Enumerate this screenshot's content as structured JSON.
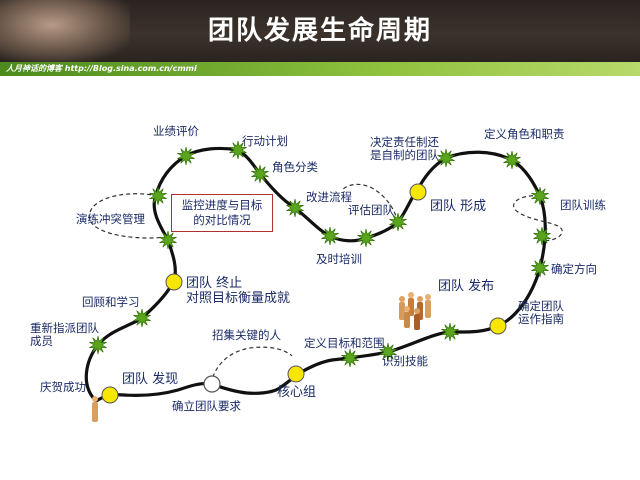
{
  "header": {
    "title": "团队发展生命周期",
    "blog": "人月神话的博客 http://Blog.sina.com.cn/cmmi"
  },
  "colors": {
    "path": "#111111",
    "star": "#5aa51c",
    "milestone": "#f7e600",
    "text": "#1a2a66",
    "box_border": "#b03030",
    "bar": "#7db233"
  },
  "labels": {
    "performance": "业绩评价",
    "action_plan": "行动计划",
    "role_classify": "角色分类",
    "improve_process": "改进流程",
    "evaluate_team": "评估团队",
    "timely_training": "及时培训",
    "self_responsibility": "决定责任制还\n是自制的团队",
    "team_formation": "团队 形成",
    "define_roles": "定义角色和职责",
    "team_training": "团队训练",
    "confirm_direction": "确定方向",
    "team_release": "团队 发布",
    "ops_guide": "确定团队\n运作指南",
    "define_goals": "定义目标和范围",
    "identify_skills": "识别技能",
    "recruit": "招集关键的人",
    "core_group": "核心组",
    "confirm_requirements": "确立团队要求",
    "team_discovery": "团队 发现",
    "celebrate": "庆贺成功",
    "reassign": "重新指派团队\n成员",
    "review_learn": "回顾和学习",
    "team_end": "团队 终止\n对照目标衡量成就",
    "conflict_mgmt": "演练冲突管理",
    "monitor_box": "监控进度与目标\n的对比情况"
  }
}
